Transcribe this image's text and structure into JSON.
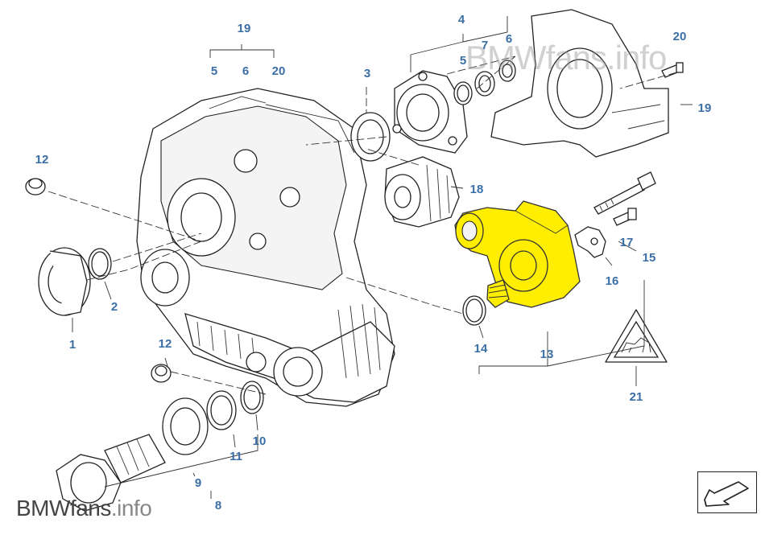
{
  "callouts": {
    "c1": "1",
    "c2": "2",
    "c3": "3",
    "c4": "4",
    "c5a": "5",
    "c6a": "6",
    "c7": "7",
    "c5b": "5",
    "c6b": "6",
    "c19a": "19",
    "c20a": "20",
    "c8": "8",
    "c9": "9",
    "c10": "10",
    "c11": "11",
    "c12a": "12",
    "c12b": "12",
    "c13": "13",
    "c14": "14",
    "c15": "15",
    "c16": "16",
    "c17": "17",
    "c18": "18",
    "c19b": "19",
    "c20b": "20",
    "c21": "21"
  },
  "watermark": {
    "top": "BMWfans.info",
    "bottom_brand": "BMWfans",
    "bottom_tld": ".info"
  },
  "colors": {
    "callout": "#3a6ea5",
    "highlight": "#ffee00",
    "line": "#222222"
  },
  "icons": {
    "warning_triangle": "service-warning-triangle-icon",
    "navigation": "return-arrow-icon"
  }
}
